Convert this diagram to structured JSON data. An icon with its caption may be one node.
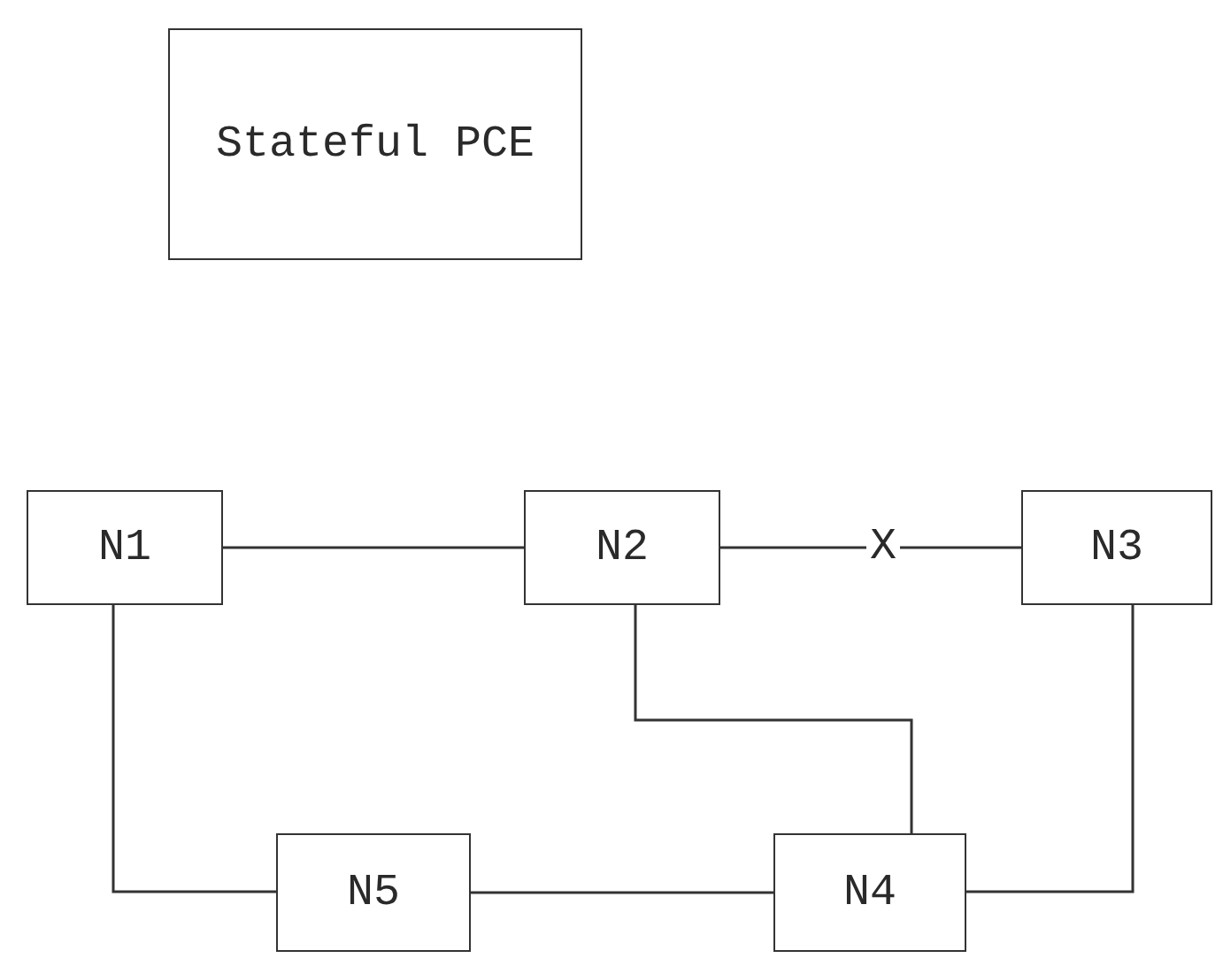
{
  "diagram": {
    "nodes": [
      {
        "text": [
          "Stateful PCE"
        ]
      },
      {
        "text": [
          "N1"
        ]
      },
      {
        "text": [
          "N2"
        ]
      },
      {
        "text": [
          "N3"
        ]
      },
      {
        "text": [
          "N5"
        ]
      },
      {
        "text": [
          "N4"
        ]
      }
    ],
    "edges": [
      {
        "from": 1,
        "to": 2,
        "arrow": "none"
      },
      {
        "from": 2,
        "to": 3,
        "arrow": "none",
        "label": "X"
      },
      {
        "from": 2,
        "to": 5,
        "arrow": "none"
      },
      {
        "from": 3,
        "to": 5,
        "arrow": "none"
      },
      {
        "from": 1,
        "to": 4,
        "arrow": "none"
      },
      {
        "from": 4,
        "to": 5,
        "arrow": "none"
      }
    ]
  }
}
